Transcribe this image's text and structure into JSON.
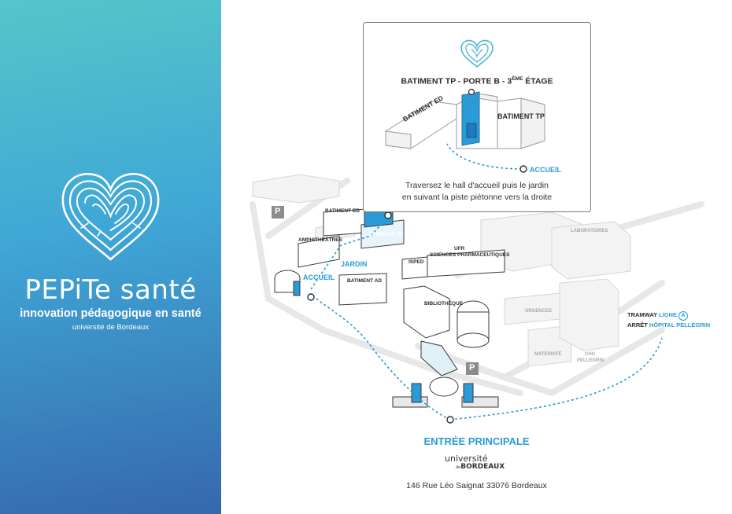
{
  "brand": {
    "title": "PEPiTe santé",
    "tagline": "innovation pédagogique en santé",
    "university": "université de Bordeaux",
    "panel_gradient": [
      "#55c6c9",
      "#3fa6d6",
      "#3668ad"
    ]
  },
  "inset": {
    "title_main": "BATIMENT TP - PORTE B - 3",
    "title_sup": "ÈME",
    "title_end": " ÉTAGE",
    "building_ed": "BATIMENT ED",
    "building_tp": "BATIMENT TP",
    "accueil": "ACCUEIL",
    "description_line1": "Traversez le hall d'accueil puis le jardin",
    "description_line2": "en suivant la piste piétonne vers la droite"
  },
  "map_labels": {
    "batiment_ed": "BATIMENT ED",
    "batiment_tp": "BATIMENT TP",
    "amphitheatres": "AMPHITHÉÂTRES",
    "jardin": "JARDIN",
    "accueil": "ACCUEIL",
    "batiment_ad": "BATIMENT AD",
    "isped": "ISPED",
    "ufr_line1": "UFR",
    "ufr_line2": "SCIENCES PHARMACEUTIQUES",
    "bibliotheque": "BIBLIOTHÈQUE",
    "laboratoires": "LABORATOIRES",
    "urgences": "URGENCES",
    "maternite": "MATERNITÉ",
    "chu_line1": "CHU",
    "chu_line2": "PELLEGRIN",
    "parking": "P"
  },
  "tram": {
    "prefix": "TRAMWAY ",
    "line_label": "LIGNE",
    "line_letter": "A",
    "arret_prefix": "ARRÊT ",
    "arret_name": "HÔPITAL PELLEGRIN"
  },
  "footer": {
    "entree": "ENTRÉE PRINCIPALE",
    "uni_logo_line1": "université",
    "uni_logo_line2": "BORDEAUX",
    "uni_logo_de": "de",
    "address": "146 Rue Léo Saignat 33076 Bordeaux"
  },
  "colors": {
    "accent_blue": "#2a9bd7",
    "dark_text": "#2b2b2b",
    "parking_grey": "#8c8c8c"
  }
}
